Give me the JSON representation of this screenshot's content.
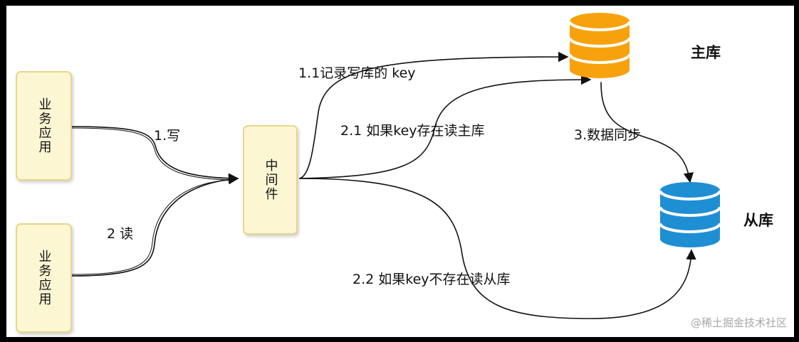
{
  "nodes": {
    "app_write": "业务应用",
    "app_read": "业务应用",
    "middleware": "中间件",
    "master_db": "主库",
    "slave_db": "从库"
  },
  "edges": {
    "write": "1.写",
    "read": "2 读",
    "record_key": "1.1记录写库的 key",
    "key_exists": "2.1 如果key存在读主库",
    "key_not_exists": "2.2 如果key不存在读从库",
    "sync": "3.数据同步"
  },
  "watermark": "@稀土掘金技术社区",
  "colors": {
    "box_fill": "#fdf6d3",
    "box_border": "#e8d58a",
    "master_db": "#f7a20d",
    "slave_db": "#1f8fd3",
    "line": "#111111"
  }
}
